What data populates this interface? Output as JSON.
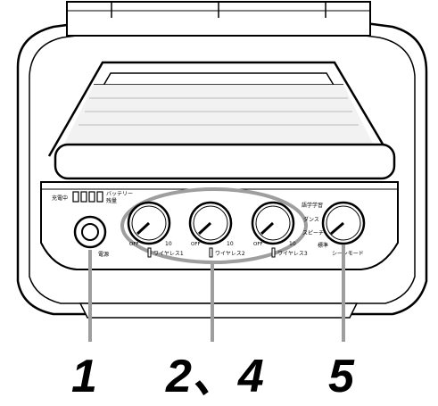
{
  "panel": {
    "charge_label": "充電中",
    "battery_label_1": "バッテリー",
    "battery_label_2": "残量",
    "power_label": "電源",
    "scale_off": "OFF",
    "scale_max": "10"
  },
  "knobs": [
    {
      "label": "ワイヤレス1"
    },
    {
      "label": "ワイヤレス2"
    },
    {
      "label": "ワイヤレス3"
    }
  ],
  "scene_knob": {
    "label": "シーンモード",
    "modes": [
      "語学学習",
      "ダンス",
      "スピーチ",
      "標準"
    ]
  },
  "callouts": {
    "power": "1",
    "wireless": "2、4",
    "scene": "5"
  }
}
